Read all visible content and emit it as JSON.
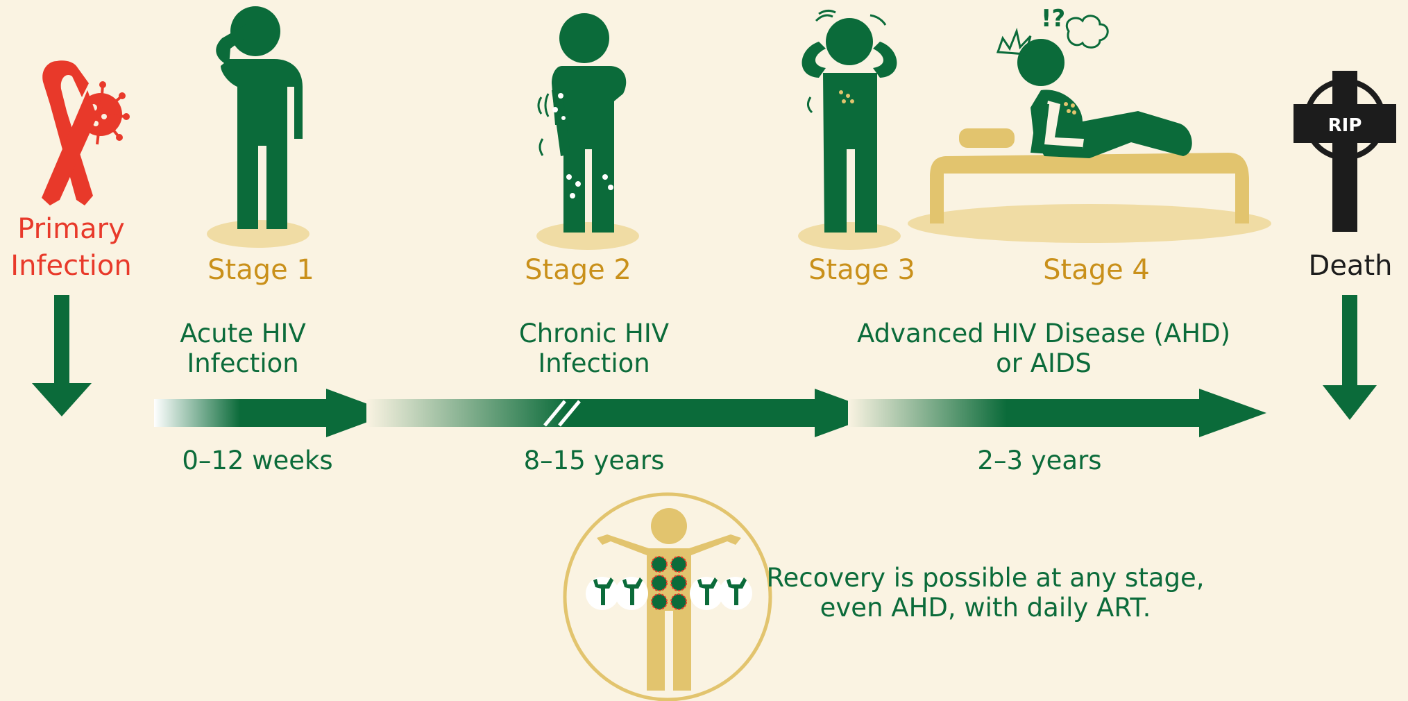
{
  "primary": {
    "line1": "Primary",
    "line2": "Infection"
  },
  "stages": [
    {
      "label": "Stage 1"
    },
    {
      "label": "Stage 2"
    },
    {
      "label": "Stage 3"
    },
    {
      "label": "Stage 4"
    }
  ],
  "death": {
    "label": "Death",
    "cross_text": "RIP"
  },
  "phases": [
    {
      "line1": "Acute HIV",
      "line2": "Infection",
      "duration": "0–12 weeks"
    },
    {
      "line1": "Chronic HIV",
      "line2": "Infection",
      "duration": "8–15 years"
    },
    {
      "line1": "Advanced HIV Disease (AHD)",
      "line2": "or AIDS",
      "duration": "2–3 years"
    }
  ],
  "recovery": {
    "line1": "Recovery is possible at any stage,",
    "line2": "even AHD, with daily ART."
  },
  "colors": {
    "background": "#faf3e2",
    "green": "#0b6b3a",
    "gold": "#c9901a",
    "sand": "#e2c46e",
    "red": "#e8392a",
    "black": "#1c1c1c"
  }
}
